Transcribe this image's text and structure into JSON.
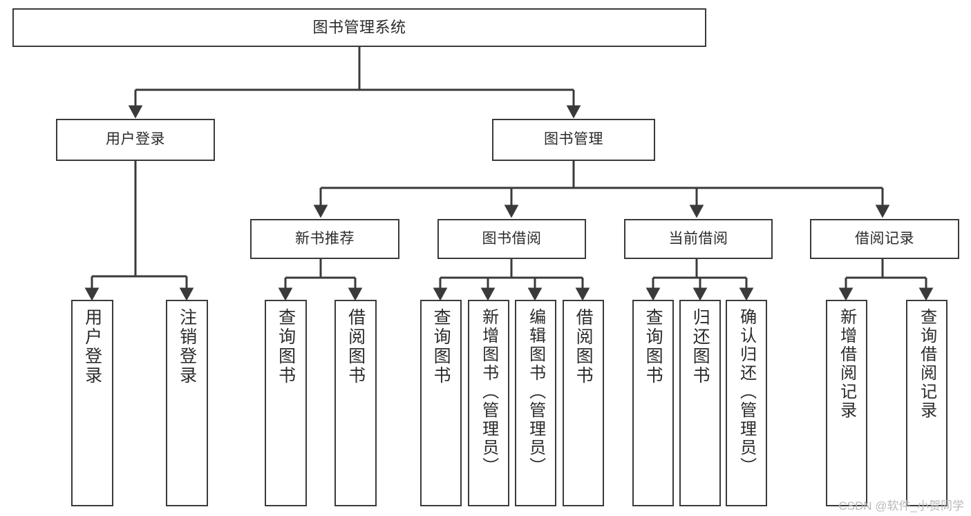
{
  "diagram": {
    "title": "图书管理系统",
    "type": "tree-hierarchy-chart",
    "watermark": "CSDN @软件_小贺同学",
    "colors": {
      "stroke": "#3a3a3a",
      "text": "#2b2b2b",
      "background": "#ffffff",
      "watermark": "#b9b9b9"
    },
    "nodes": {
      "root": {
        "label": "图书管理系统"
      },
      "level2": [
        {
          "id": "user-login",
          "label": "用户登录"
        },
        {
          "id": "book-management",
          "label": "图书管理"
        }
      ],
      "level3": [
        {
          "id": "new-book-recommend",
          "label": "新书推荐"
        },
        {
          "id": "book-borrow",
          "label": "图书借阅"
        },
        {
          "id": "current-borrow",
          "label": "当前借阅"
        },
        {
          "id": "borrow-record",
          "label": "借阅记录"
        }
      ],
      "leaves": {
        "user_login": [
          {
            "id": "leaf-user-login",
            "label": "用户登录"
          },
          {
            "id": "leaf-logout-login",
            "label": "注销登录"
          }
        ],
        "new_book_recommend": [
          {
            "id": "leaf-query-book-1",
            "label": "查询图书"
          },
          {
            "id": "leaf-borrow-book-1",
            "label": "借阅图书"
          }
        ],
        "book_borrow": [
          {
            "id": "leaf-query-book-2",
            "label": "查询图书"
          },
          {
            "id": "leaf-add-book",
            "label": "新增图书（管理员）"
          },
          {
            "id": "leaf-edit-book",
            "label": "编辑图书（管理员）"
          },
          {
            "id": "leaf-borrow-book-2",
            "label": "借阅图书"
          }
        ],
        "current_borrow": [
          {
            "id": "leaf-query-book-3",
            "label": "查询图书"
          },
          {
            "id": "leaf-return-book",
            "label": "归还图书"
          },
          {
            "id": "leaf-confirm-return",
            "label": "确认归还（管理员）"
          }
        ],
        "borrow_record": [
          {
            "id": "leaf-add-borrow-record",
            "label": "新增借阅记录"
          },
          {
            "id": "leaf-query-borrow-record",
            "label": "查询借阅记录"
          }
        ]
      }
    }
  }
}
